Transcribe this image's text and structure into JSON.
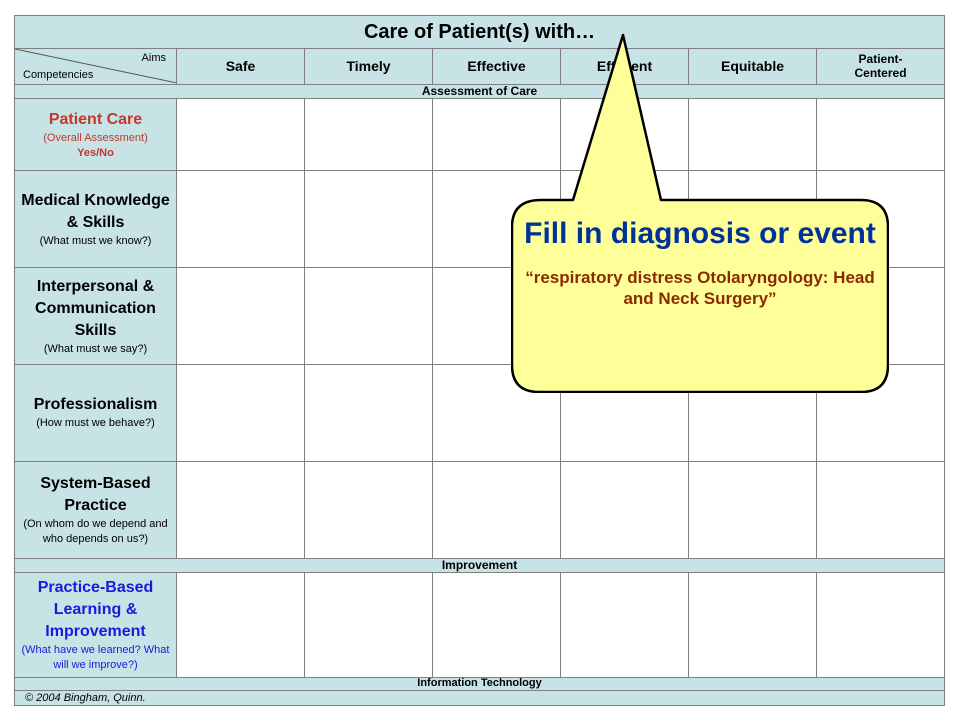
{
  "title": "Care of Patient(s) with…",
  "corner": {
    "aims": "Aims",
    "competencies": "Competencies"
  },
  "aims": [
    "Safe",
    "Timely",
    "Effective",
    "Efficient",
    "Equitable",
    "Patient-\nCentered"
  ],
  "sections": {
    "assessment": "Assessment of Care",
    "improvement": "Improvement",
    "it": "Information Technology"
  },
  "competencies": [
    {
      "title": "Patient Care",
      "sub": "(Overall Assessment)",
      "sub2": "Yes/No"
    },
    {
      "title": "Medical Knowledge & Skills",
      "sub": "(What must we know?)"
    },
    {
      "title": "Interpersonal & Communication Skills",
      "sub": "(What must we say?)"
    },
    {
      "title": "Professionalism",
      "sub": "(How must we behave?)"
    },
    {
      "title": "System-Based Practice",
      "sub": "(On whom do we depend and who depends on us?)"
    },
    {
      "title": "Practice-Based Learning & Improvement",
      "sub": "(What have we learned? What will we improve?)"
    }
  ],
  "copyright": "© 2004 Bingham, Quinn.",
  "callout": {
    "title": "Fill in diagnosis or event",
    "quote": "“respiratory distress Otolaryngology: Head and Neck Surgery”"
  },
  "colors": {
    "header_bg": "#c7e3e6",
    "callout_fill": "#ffff99",
    "callout_title": "#003399",
    "callout_quote": "#8b2a00",
    "patient_care": "#c0392b",
    "pbli": "#1a1adb"
  }
}
